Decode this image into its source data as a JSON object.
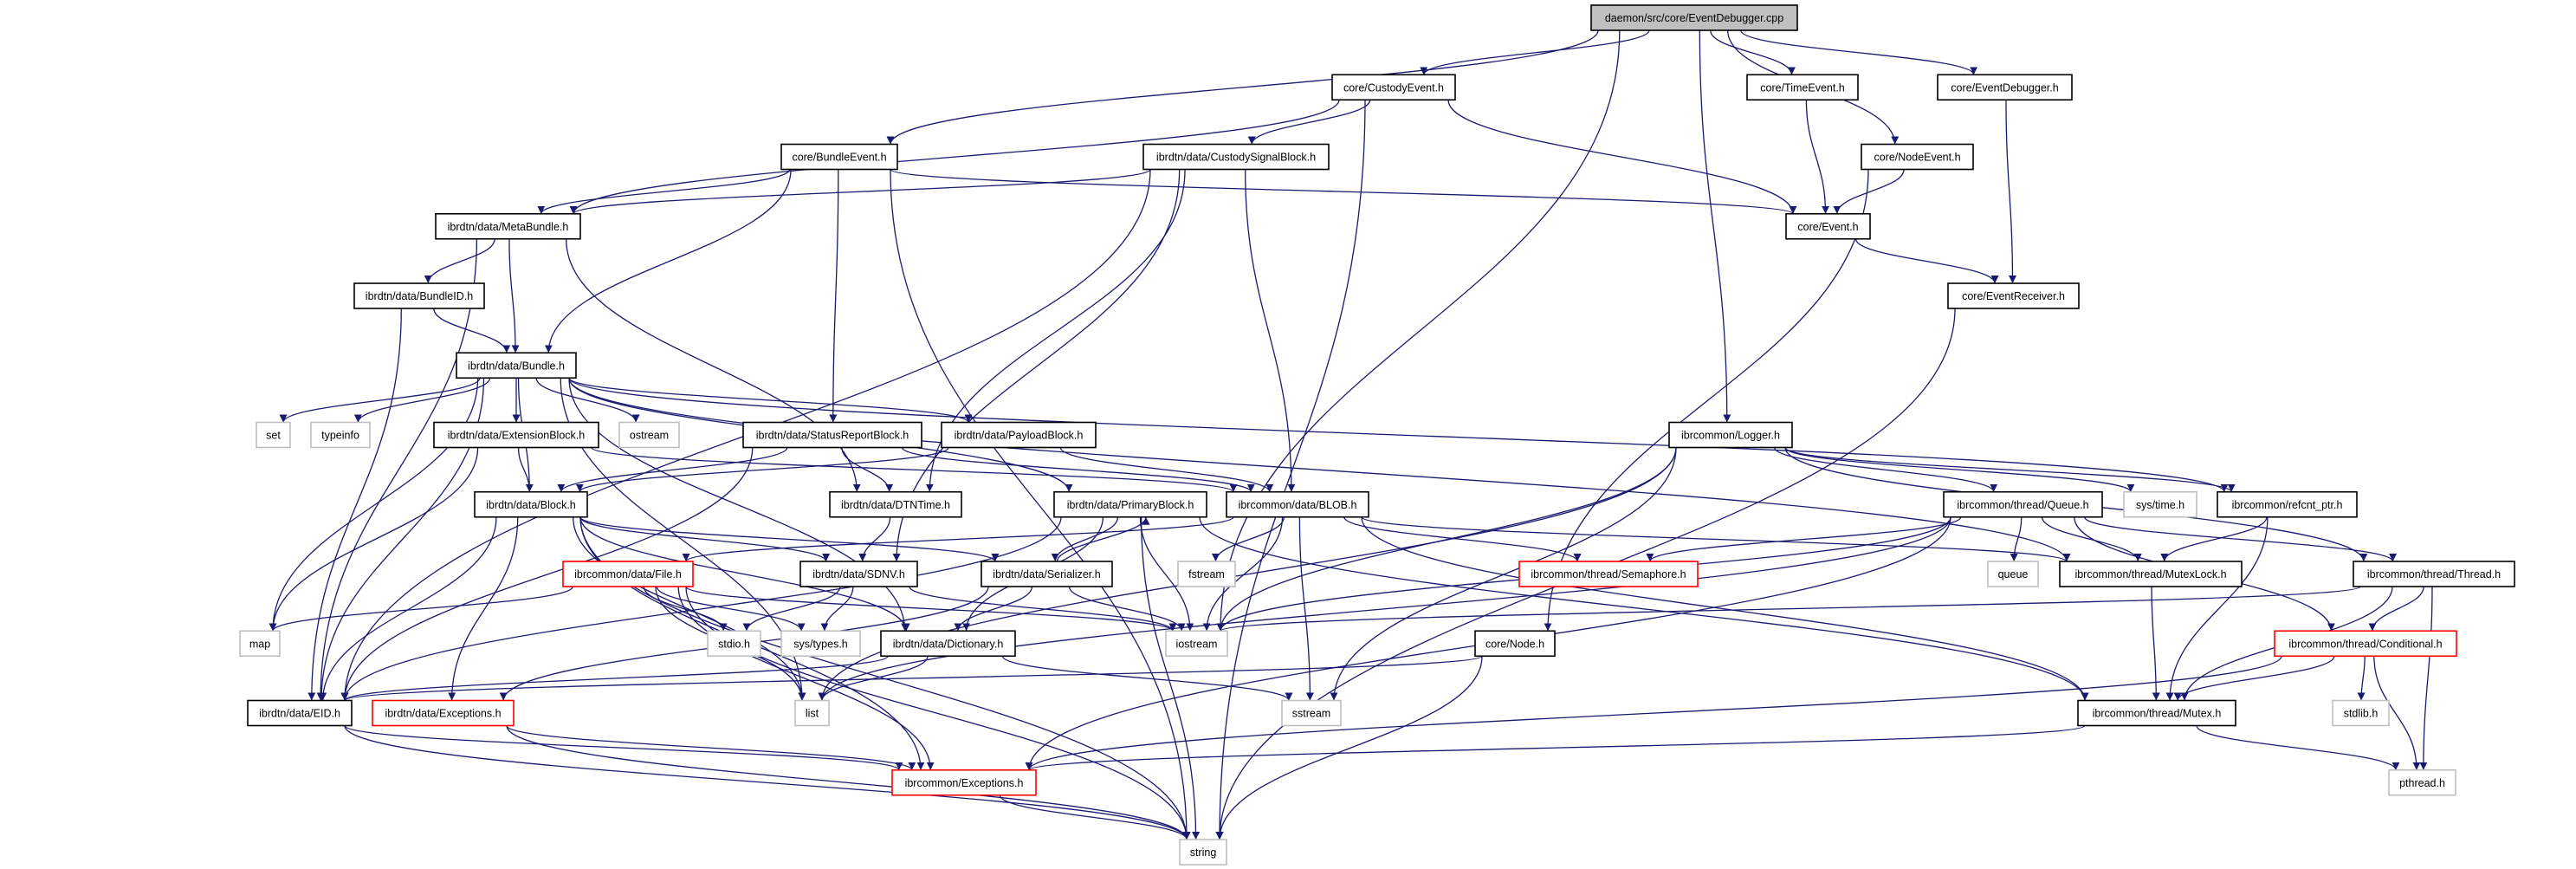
{
  "graph": {
    "colors": {
      "edge": "#191970",
      "root_fill": "#bfbfbf",
      "normal_border": "#000000",
      "system_border": "#bfbfbf",
      "truncated_border": "#ff0000"
    },
    "nodes": [
      {
        "id": "root",
        "label": "daemon/src/core/EventDebugger.cpp",
        "kind": "root"
      },
      {
        "id": "custodyevent",
        "label": "core/CustodyEvent.h",
        "kind": "normal"
      },
      {
        "id": "bundleevent",
        "label": "core/BundleEvent.h",
        "kind": "normal"
      },
      {
        "id": "custodysignal",
        "label": "ibrdtn/data/CustodySignalBlock.h",
        "kind": "normal"
      },
      {
        "id": "timeevent",
        "label": "core/TimeEvent.h",
        "kind": "normal"
      },
      {
        "id": "eventdebugger_h",
        "label": "core/EventDebugger.h",
        "kind": "normal"
      },
      {
        "id": "nodeevent",
        "label": "core/NodeEvent.h",
        "kind": "normal"
      },
      {
        "id": "metabundle",
        "label": "ibrdtn/data/MetaBundle.h",
        "kind": "normal"
      },
      {
        "id": "event",
        "label": "core/Event.h",
        "kind": "normal"
      },
      {
        "id": "bundleid",
        "label": "ibrdtn/data/BundleID.h",
        "kind": "normal"
      },
      {
        "id": "eventreceiver",
        "label": "core/EventReceiver.h",
        "kind": "normal"
      },
      {
        "id": "bundle",
        "label": "ibrdtn/data/Bundle.h",
        "kind": "normal"
      },
      {
        "id": "set",
        "label": "set",
        "kind": "system"
      },
      {
        "id": "typeinfo",
        "label": "typeinfo",
        "kind": "system"
      },
      {
        "id": "extension",
        "label": "ibrdtn/data/ExtensionBlock.h",
        "kind": "normal"
      },
      {
        "id": "ostream",
        "label": "ostream",
        "kind": "system"
      },
      {
        "id": "statusreport",
        "label": "ibrdtn/data/StatusReportBlock.h",
        "kind": "normal"
      },
      {
        "id": "payload",
        "label": "ibrdtn/data/PayloadBlock.h",
        "kind": "normal"
      },
      {
        "id": "logger",
        "label": "ibrcommon/Logger.h",
        "kind": "normal"
      },
      {
        "id": "block",
        "label": "ibrdtn/data/Block.h",
        "kind": "normal"
      },
      {
        "id": "dtntime",
        "label": "ibrdtn/data/DTNTime.h",
        "kind": "normal"
      },
      {
        "id": "primary",
        "label": "ibrdtn/data/PrimaryBlock.h",
        "kind": "normal"
      },
      {
        "id": "blob",
        "label": "ibrcommon/data/BLOB.h",
        "kind": "normal"
      },
      {
        "id": "queue_h",
        "label": "ibrcommon/thread/Queue.h",
        "kind": "normal"
      },
      {
        "id": "systime",
        "label": "sys/time.h",
        "kind": "system"
      },
      {
        "id": "refcnt",
        "label": "ibrcommon/refcnt_ptr.h",
        "kind": "normal"
      },
      {
        "id": "file",
        "label": "ibrcommon/data/File.h",
        "kind": "truncated"
      },
      {
        "id": "sdnv",
        "label": "ibrdtn/data/SDNV.h",
        "kind": "normal"
      },
      {
        "id": "serializer",
        "label": "ibrdtn/data/Serializer.h",
        "kind": "normal"
      },
      {
        "id": "fstream",
        "label": "fstream",
        "kind": "system"
      },
      {
        "id": "semaphore",
        "label": "ibrcommon/thread/Semaphore.h",
        "kind": "truncated"
      },
      {
        "id": "queue",
        "label": "queue",
        "kind": "system"
      },
      {
        "id": "mutexlock",
        "label": "ibrcommon/thread/MutexLock.h",
        "kind": "normal"
      },
      {
        "id": "thread",
        "label": "ibrcommon/thread/Thread.h",
        "kind": "normal"
      },
      {
        "id": "map",
        "label": "map",
        "kind": "system"
      },
      {
        "id": "stdio",
        "label": "stdio.h",
        "kind": "system"
      },
      {
        "id": "systypes",
        "label": "sys/types.h",
        "kind": "system"
      },
      {
        "id": "dictionary",
        "label": "ibrdtn/data/Dictionary.h",
        "kind": "normal"
      },
      {
        "id": "iostream",
        "label": "iostream",
        "kind": "system"
      },
      {
        "id": "node",
        "label": "core/Node.h",
        "kind": "normal"
      },
      {
        "id": "conditional",
        "label": "ibrcommon/thread/Conditional.h",
        "kind": "truncated"
      },
      {
        "id": "eid",
        "label": "ibrdtn/data/EID.h",
        "kind": "normal"
      },
      {
        "id": "dexceptions",
        "label": "ibrdtn/data/Exceptions.h",
        "kind": "truncated"
      },
      {
        "id": "list",
        "label": "list",
        "kind": "system"
      },
      {
        "id": "sstream",
        "label": "sstream",
        "kind": "system"
      },
      {
        "id": "mutex",
        "label": "ibrcommon/thread/Mutex.h",
        "kind": "normal"
      },
      {
        "id": "stdlib",
        "label": "stdlib.h",
        "kind": "system"
      },
      {
        "id": "cexceptions",
        "label": "ibrcommon/Exceptions.h",
        "kind": "truncated"
      },
      {
        "id": "pthread",
        "label": "pthread.h",
        "kind": "system"
      },
      {
        "id": "string",
        "label": "string",
        "kind": "system"
      }
    ],
    "edges": [
      [
        "root",
        "bundleevent"
      ],
      [
        "root",
        "custodyevent"
      ],
      [
        "root",
        "timeevent"
      ],
      [
        "root",
        "eventdebugger_h"
      ],
      [
        "root",
        "nodeevent"
      ],
      [
        "root",
        "logger"
      ],
      [
        "root",
        "iostream"
      ],
      [
        "custodyevent",
        "metabundle"
      ],
      [
        "custodyevent",
        "custodysignal"
      ],
      [
        "custodyevent",
        "event"
      ],
      [
        "custodyevent",
        "string"
      ],
      [
        "bundleevent",
        "string"
      ],
      [
        "bundleevent",
        "metabundle"
      ],
      [
        "bundleevent",
        "bundle"
      ],
      [
        "bundleevent",
        "statusreport"
      ],
      [
        "bundleevent",
        "event"
      ],
      [
        "custodysignal",
        "metabundle"
      ],
      [
        "custodysignal",
        "eid"
      ],
      [
        "custodysignal",
        "dtntime"
      ],
      [
        "custodysignal",
        "sdnv"
      ],
      [
        "custodysignal",
        "blob"
      ],
      [
        "timeevent",
        "event"
      ],
      [
        "nodeevent",
        "event"
      ],
      [
        "nodeevent",
        "node"
      ],
      [
        "eventdebugger_h",
        "eventreceiver"
      ],
      [
        "event",
        "eventreceiver"
      ],
      [
        "eventreceiver",
        "string"
      ],
      [
        "metabundle",
        "bundleid"
      ],
      [
        "metabundle",
        "bundle"
      ],
      [
        "metabundle",
        "eid"
      ],
      [
        "metabundle",
        "dtntime"
      ],
      [
        "bundleid",
        "bundle"
      ],
      [
        "bundleid",
        "eid"
      ],
      [
        "bundle",
        "set"
      ],
      [
        "bundle",
        "typeinfo"
      ],
      [
        "bundle",
        "extension"
      ],
      [
        "bundle",
        "ostream"
      ],
      [
        "bundle",
        "map"
      ],
      [
        "bundle",
        "eid"
      ],
      [
        "bundle",
        "block"
      ],
      [
        "bundle",
        "dictionary"
      ],
      [
        "bundle",
        "primary"
      ],
      [
        "bundle",
        "payload"
      ],
      [
        "bundle",
        "refcnt"
      ],
      [
        "bundle",
        "mutexlock"
      ],
      [
        "bundle",
        "list"
      ],
      [
        "extension",
        "map"
      ],
      [
        "extension",
        "block"
      ],
      [
        "extension",
        "blob"
      ],
      [
        "statusreport",
        "eid"
      ],
      [
        "statusreport",
        "block"
      ],
      [
        "statusreport",
        "dtntime"
      ],
      [
        "statusreport",
        "blob"
      ],
      [
        "payload",
        "block"
      ],
      [
        "payload",
        "blob"
      ],
      [
        "block",
        "eid"
      ],
      [
        "block",
        "dexceptions"
      ],
      [
        "block",
        "list"
      ],
      [
        "block",
        "string"
      ],
      [
        "block",
        "sdnv"
      ],
      [
        "block",
        "serializer"
      ],
      [
        "block",
        "dictionary"
      ],
      [
        "block",
        "cexceptions"
      ],
      [
        "dtntime",
        "sdnv"
      ],
      [
        "primary",
        "eid"
      ],
      [
        "primary",
        "dictionary"
      ],
      [
        "primary",
        "serializer"
      ],
      [
        "primary",
        "iostream"
      ],
      [
        "primary",
        "string"
      ],
      [
        "primary",
        "mutex"
      ],
      [
        "blob",
        "file"
      ],
      [
        "blob",
        "fstream"
      ],
      [
        "blob",
        "iostream"
      ],
      [
        "blob",
        "sstream"
      ],
      [
        "blob",
        "semaphore"
      ],
      [
        "blob",
        "mutexlock"
      ],
      [
        "blob",
        "mutex"
      ],
      [
        "serializer",
        "primary"
      ],
      [
        "serializer",
        "dictionary"
      ],
      [
        "serializer",
        "iostream"
      ],
      [
        "serializer",
        "dexceptions"
      ],
      [
        "sdnv",
        "stdio"
      ],
      [
        "sdnv",
        "systypes"
      ],
      [
        "sdnv",
        "iostream"
      ],
      [
        "file",
        "map"
      ],
      [
        "file",
        "stdio"
      ],
      [
        "file",
        "systypes"
      ],
      [
        "file",
        "list"
      ],
      [
        "file",
        "cexceptions"
      ],
      [
        "file",
        "iostream"
      ],
      [
        "file",
        "string"
      ],
      [
        "dictionary",
        "eid"
      ],
      [
        "dictionary",
        "list"
      ],
      [
        "dictionary",
        "sstream"
      ],
      [
        "eid",
        "cexceptions"
      ],
      [
        "eid",
        "string"
      ],
      [
        "dexceptions",
        "cexceptions"
      ],
      [
        "dexceptions",
        "string"
      ],
      [
        "cexceptions",
        "string"
      ],
      [
        "node",
        "eid"
      ],
      [
        "node",
        "string"
      ],
      [
        "logger",
        "queue_h"
      ],
      [
        "logger",
        "systime"
      ],
      [
        "logger",
        "refcnt"
      ],
      [
        "logger",
        "thread"
      ],
      [
        "logger",
        "iostream"
      ],
      [
        "logger",
        "sstream"
      ],
      [
        "logger",
        "list"
      ],
      [
        "queue_h",
        "semaphore"
      ],
      [
        "queue_h",
        "queue"
      ],
      [
        "queue_h",
        "mutexlock"
      ],
      [
        "queue_h",
        "thread"
      ],
      [
        "queue_h",
        "conditional"
      ],
      [
        "queue_h",
        "cexceptions"
      ],
      [
        "queue_h",
        "list"
      ],
      [
        "queue_h",
        "iostream"
      ],
      [
        "refcnt",
        "mutexlock"
      ],
      [
        "refcnt",
        "mutex"
      ],
      [
        "mutexlock",
        "mutex"
      ],
      [
        "thread",
        "conditional"
      ],
      [
        "thread",
        "mutex"
      ],
      [
        "thread",
        "pthread"
      ],
      [
        "thread",
        "iostream"
      ],
      [
        "conditional",
        "mutex"
      ],
      [
        "conditional",
        "stdlib"
      ],
      [
        "conditional",
        "pthread"
      ],
      [
        "conditional",
        "cexceptions"
      ],
      [
        "mutex",
        "cexceptions"
      ],
      [
        "mutex",
        "pthread"
      ]
    ]
  }
}
